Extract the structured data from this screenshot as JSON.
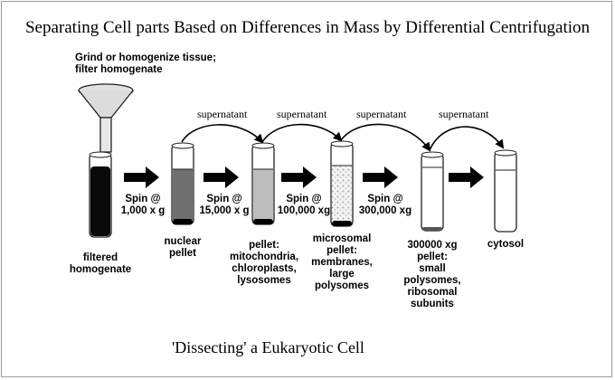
{
  "title": "Separating Cell parts Based on Differences in Mass by Differential Centrifugation",
  "intro": "Grind or homogenize tissue;\nfilter homogenate",
  "supernatant": [
    "supernatant",
    "supernatant",
    "supernatant",
    "supernatant"
  ],
  "spins": [
    "Spin @\n1,000 x g",
    "Spin @\n15,000 x g",
    "Spin @\n100,000 xg",
    "Spin @\n300,000 xg"
  ],
  "tubes": [
    "filtered\nhomogenate",
    "nuclear\npellet",
    "pellet:\nmitochondria,\nchloroplasts,\nlysosomes",
    "microsomal\npellet:\nmembranes,\nlarge\npolysomes",
    "300000 xg\npellet:\nsmall\npolysomes,\nribosomal\nsubunits",
    "cytosol"
  ],
  "footer": "'Dissecting' a Eukaryotic Cell"
}
